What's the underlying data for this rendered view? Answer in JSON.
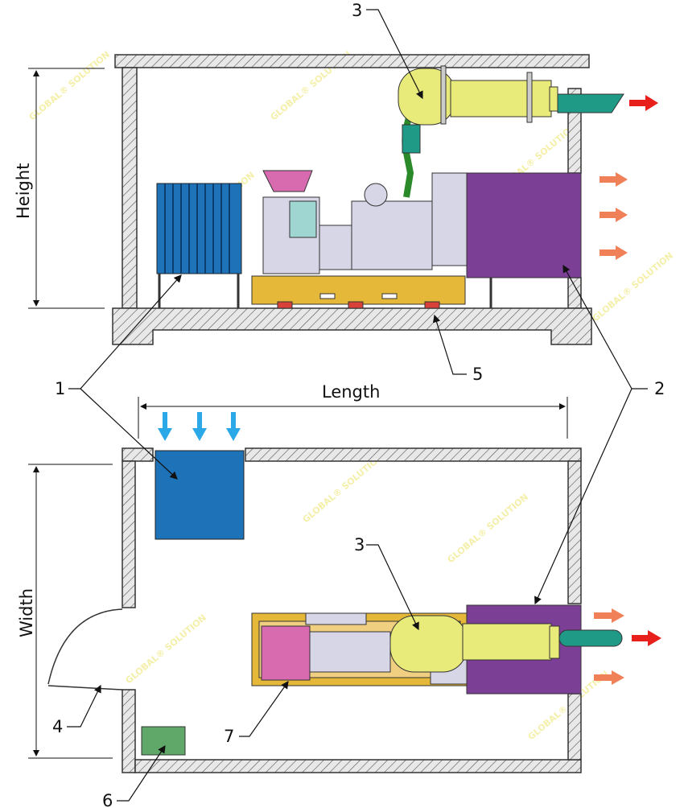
{
  "labels": {
    "height": "Height",
    "length": "Length",
    "width": "Width",
    "callout_1": "1",
    "callout_2": "2",
    "callout_3_elevation": "3",
    "callout_3_plan": "3",
    "callout_4": "4",
    "callout_5": "5",
    "callout_6": "6",
    "callout_7": "7"
  },
  "watermark": "GLOBAL® SOLUTION",
  "colors": {
    "radiator": "#1e73b8",
    "base": "#e6b83a",
    "muffler": "#e8ea7a",
    "duct": "#7b3f96",
    "tailpipe": "#1f9a86",
    "exhaust_arrow": "#e8201c",
    "air_out_arrow": "#f08058",
    "air_in_arrow": "#2aa8e8",
    "control_box": "#5fa86a",
    "engine": "#d6d6e6",
    "alternator_box": "#d86ab0"
  }
}
